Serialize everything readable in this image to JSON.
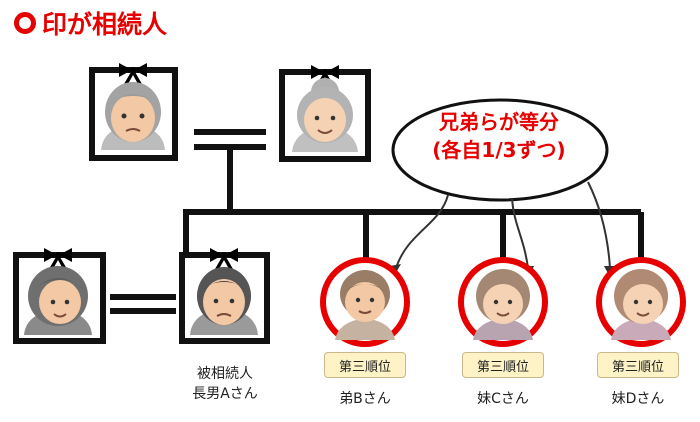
{
  "title": "印が相続人",
  "speech_bubble": {
    "line1": "兄弟らが等分",
    "line2": "(各自1/3ずつ)"
  },
  "people": {
    "deceased": {
      "line1": "被相続人",
      "line2": "長男Aさん"
    },
    "brother_b": {
      "rank": "第三順位",
      "name": "弟Bさん"
    },
    "sister_c": {
      "rank": "第三順位",
      "name": "妹Cさん"
    },
    "sister_d": {
      "rank": "第三順位",
      "name": "妹Dさん"
    }
  },
  "colors": {
    "accent_red": "#e60000",
    "badge_fill": "#fdf3c6",
    "line": "#111111"
  }
}
